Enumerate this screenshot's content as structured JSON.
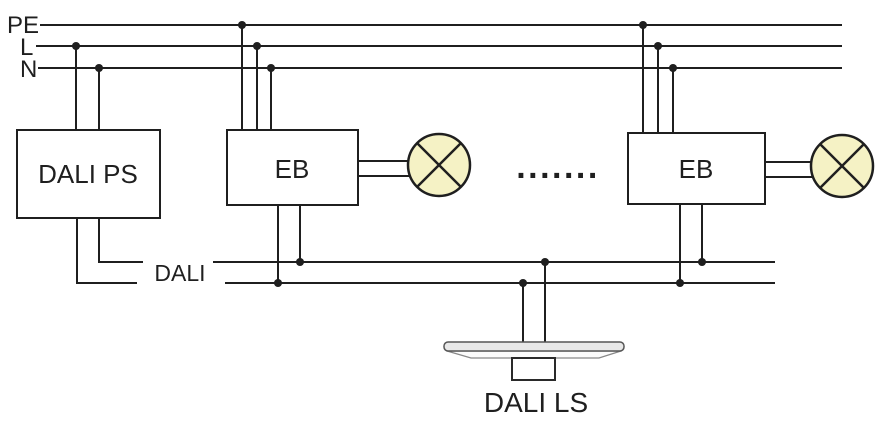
{
  "mains": {
    "pe": "PE",
    "l": "L",
    "n": "N"
  },
  "devices": {
    "power_supply": "DALI PS",
    "ballast_1": "EB",
    "ballast_2": "EB",
    "light_sensor": "DALI LS"
  },
  "bus": {
    "label": "DALI"
  },
  "ellipsis": ".......",
  "colors": {
    "line": "#1f1f1f",
    "lamp_fill": "#f5f2c5",
    "sensor_fill": "#e8e8e8",
    "background": "#ffffff"
  }
}
